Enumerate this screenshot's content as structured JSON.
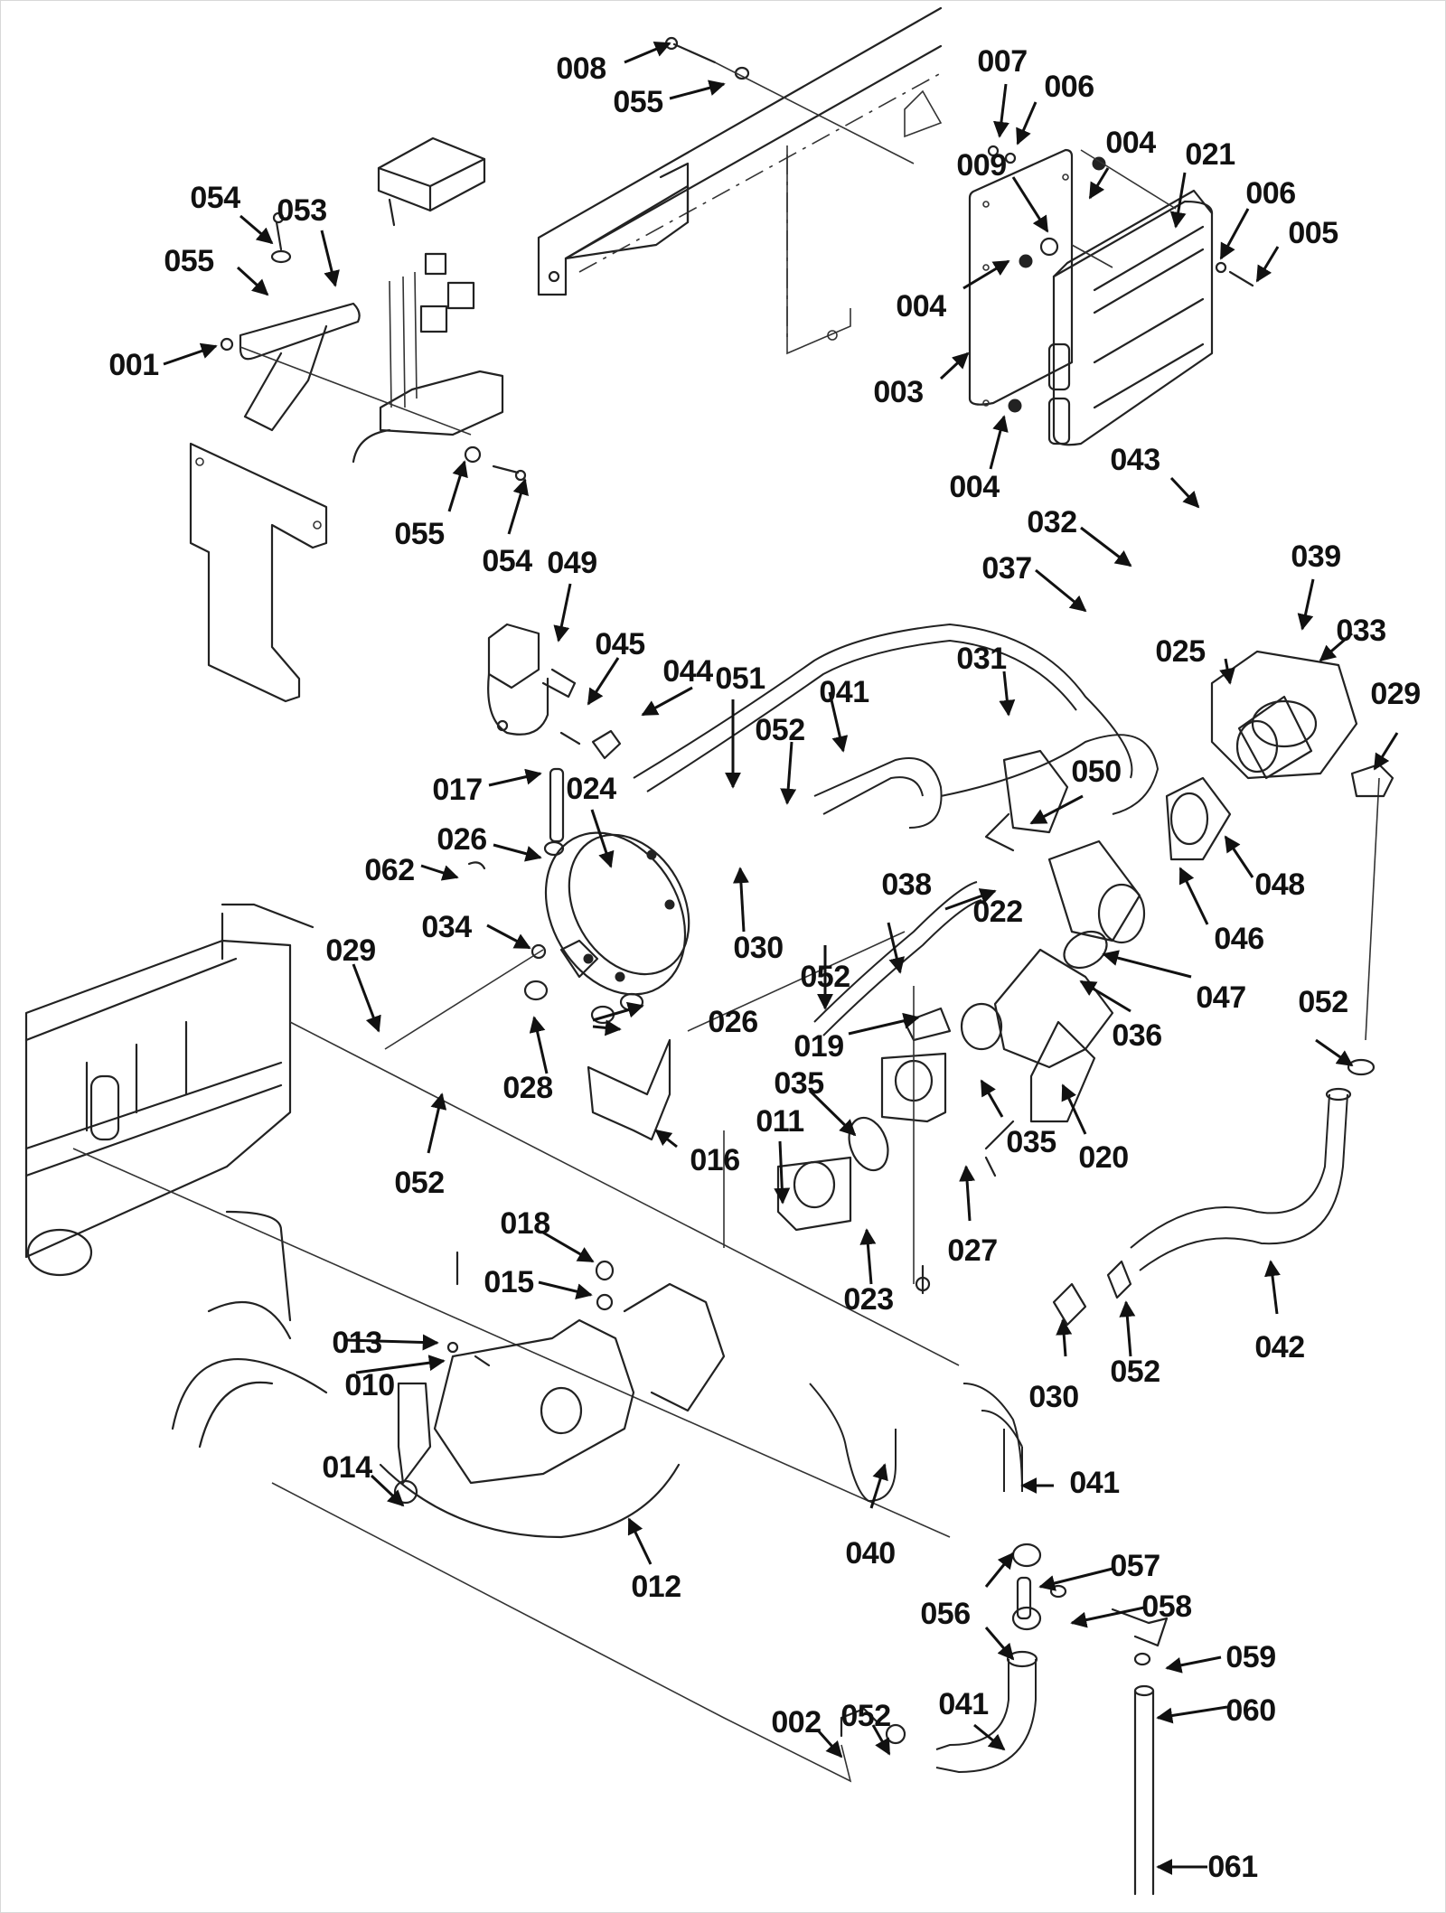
{
  "diagram": {
    "type": "exploded-parts-view",
    "subject": "fuel system / throttle body and regulator assembly",
    "callouts": [
      {
        "id": "008",
        "label": "008"
      },
      {
        "id": "055a",
        "label": "055"
      },
      {
        "id": "007",
        "label": "007"
      },
      {
        "id": "006a",
        "label": "006"
      },
      {
        "id": "004a",
        "label": "004"
      },
      {
        "id": "021",
        "label": "021"
      },
      {
        "id": "006b",
        "label": "006"
      },
      {
        "id": "005",
        "label": "005"
      },
      {
        "id": "009",
        "label": "009"
      },
      {
        "id": "004b",
        "label": "004"
      },
      {
        "id": "003",
        "label": "003"
      },
      {
        "id": "004c",
        "label": "004"
      },
      {
        "id": "054a",
        "label": "054"
      },
      {
        "id": "053",
        "label": "053"
      },
      {
        "id": "055b",
        "label": "055"
      },
      {
        "id": "001",
        "label": "001"
      },
      {
        "id": "055c",
        "label": "055"
      },
      {
        "id": "054b",
        "label": "054"
      },
      {
        "id": "043",
        "label": "043"
      },
      {
        "id": "032",
        "label": "032"
      },
      {
        "id": "037",
        "label": "037"
      },
      {
        "id": "039",
        "label": "039"
      },
      {
        "id": "033",
        "label": "033"
      },
      {
        "id": "025",
        "label": "025"
      },
      {
        "id": "029a",
        "label": "029"
      },
      {
        "id": "031",
        "label": "031"
      },
      {
        "id": "049",
        "label": "049"
      },
      {
        "id": "045",
        "label": "045"
      },
      {
        "id": "044",
        "label": "044"
      },
      {
        "id": "051",
        "label": "051"
      },
      {
        "id": "041a",
        "label": "041"
      },
      {
        "id": "052a",
        "label": "052"
      },
      {
        "id": "050",
        "label": "050"
      },
      {
        "id": "048",
        "label": "048"
      },
      {
        "id": "017",
        "label": "017"
      },
      {
        "id": "024",
        "label": "024"
      },
      {
        "id": "026a",
        "label": "026"
      },
      {
        "id": "062",
        "label": "062"
      },
      {
        "id": "030a",
        "label": "030"
      },
      {
        "id": "038",
        "label": "038"
      },
      {
        "id": "022",
        "label": "022"
      },
      {
        "id": "046",
        "label": "046"
      },
      {
        "id": "034",
        "label": "034"
      },
      {
        "id": "029b",
        "label": "029"
      },
      {
        "id": "052b",
        "label": "052"
      },
      {
        "id": "047",
        "label": "047"
      },
      {
        "id": "036",
        "label": "036"
      },
      {
        "id": "026b",
        "label": "026"
      },
      {
        "id": "019",
        "label": "019"
      },
      {
        "id": "052c",
        "label": "052"
      },
      {
        "id": "028",
        "label": "028"
      },
      {
        "id": "035a",
        "label": "035"
      },
      {
        "id": "011",
        "label": "011"
      },
      {
        "id": "035b",
        "label": "035"
      },
      {
        "id": "020",
        "label": "020"
      },
      {
        "id": "016",
        "label": "016"
      },
      {
        "id": "052d",
        "label": "052"
      },
      {
        "id": "027",
        "label": "027"
      },
      {
        "id": "023",
        "label": "023"
      },
      {
        "id": "018",
        "label": "018"
      },
      {
        "id": "015",
        "label": "015"
      },
      {
        "id": "042",
        "label": "042"
      },
      {
        "id": "013",
        "label": "013"
      },
      {
        "id": "010",
        "label": "010"
      },
      {
        "id": "030b",
        "label": "030"
      },
      {
        "id": "052e",
        "label": "052"
      },
      {
        "id": "014",
        "label": "014"
      },
      {
        "id": "041b",
        "label": "041"
      },
      {
        "id": "012",
        "label": "012"
      },
      {
        "id": "040",
        "label": "040"
      },
      {
        "id": "057",
        "label": "057"
      },
      {
        "id": "058",
        "label": "058"
      },
      {
        "id": "056",
        "label": "056"
      },
      {
        "id": "059",
        "label": "059"
      },
      {
        "id": "002",
        "label": "002"
      },
      {
        "id": "052f",
        "label": "052"
      },
      {
        "id": "041c",
        "label": "041"
      },
      {
        "id": "060",
        "label": "060"
      },
      {
        "id": "061",
        "label": "061"
      }
    ]
  }
}
